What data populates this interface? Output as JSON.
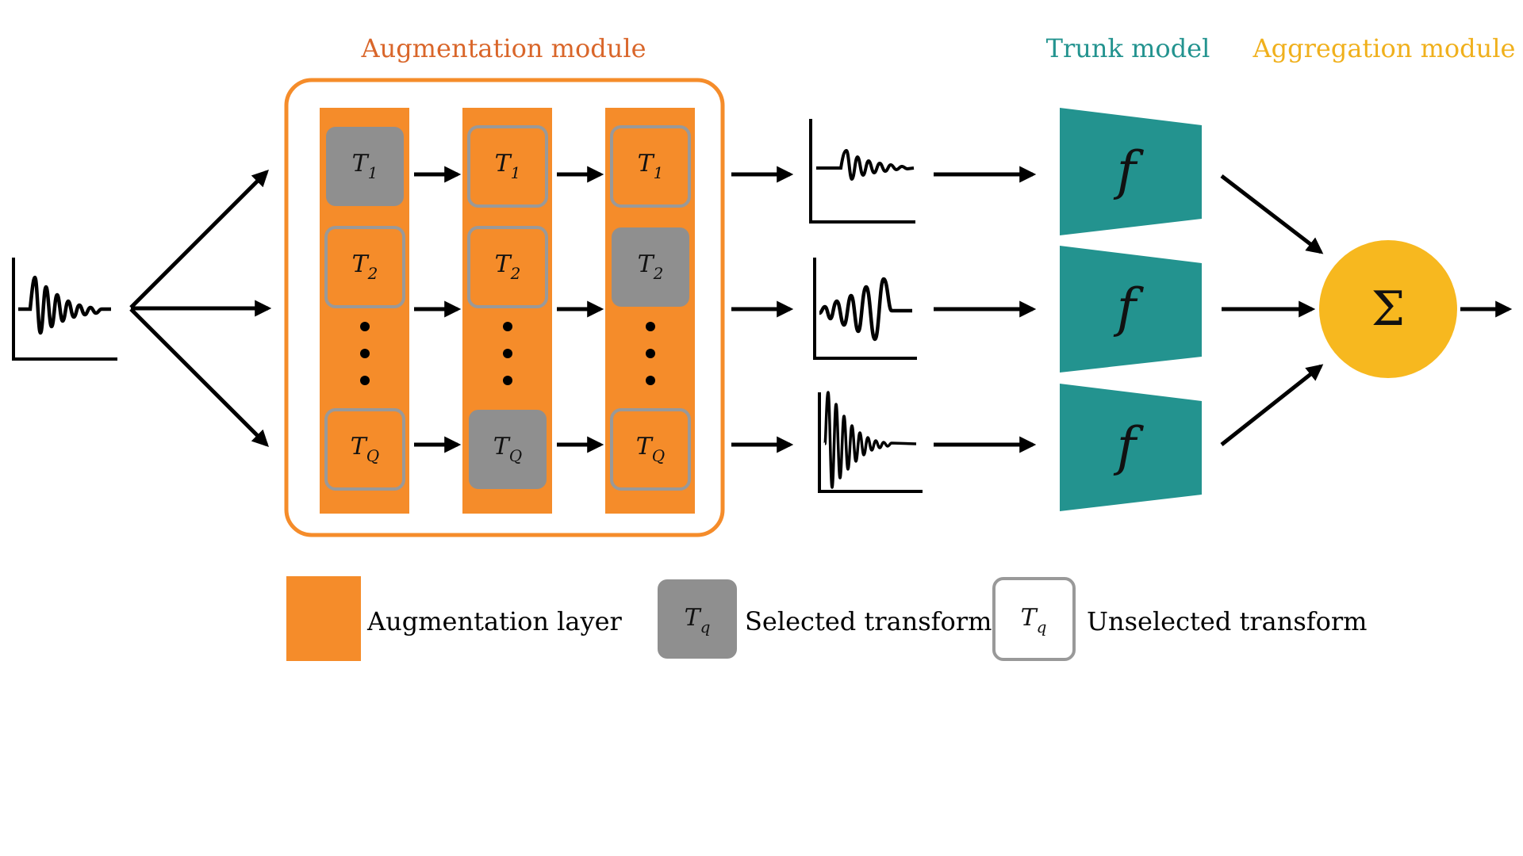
{
  "titles": {
    "augmentation": "Augmentation module",
    "trunk": "Trunk model",
    "aggregation": "Aggregation module"
  },
  "colors": {
    "augmentation": "#f58c2a",
    "augmentation_title": "#d9662a",
    "trunk": "#23938f",
    "aggregation": "#f7b81f",
    "selected": "#8f8f8f",
    "unselected_border": "#999999",
    "arrow": "#000000"
  },
  "transforms": {
    "base": "T",
    "rows": [
      "1",
      "2",
      "Q"
    ]
  },
  "augmentation_layers": [
    {
      "selected_row": "1"
    },
    {
      "selected_row": "Q"
    },
    {
      "selected_row": "2"
    }
  ],
  "trunk_symbol": "f",
  "aggregation_symbol": "Σ",
  "legend": {
    "layer_label": "Augmentation layer",
    "selected_symbol": "T",
    "selected_sub": "q",
    "selected_label": "Selected transform",
    "unselected_symbol": "T",
    "unselected_sub": "q",
    "unselected_label": "Unselected transform"
  }
}
